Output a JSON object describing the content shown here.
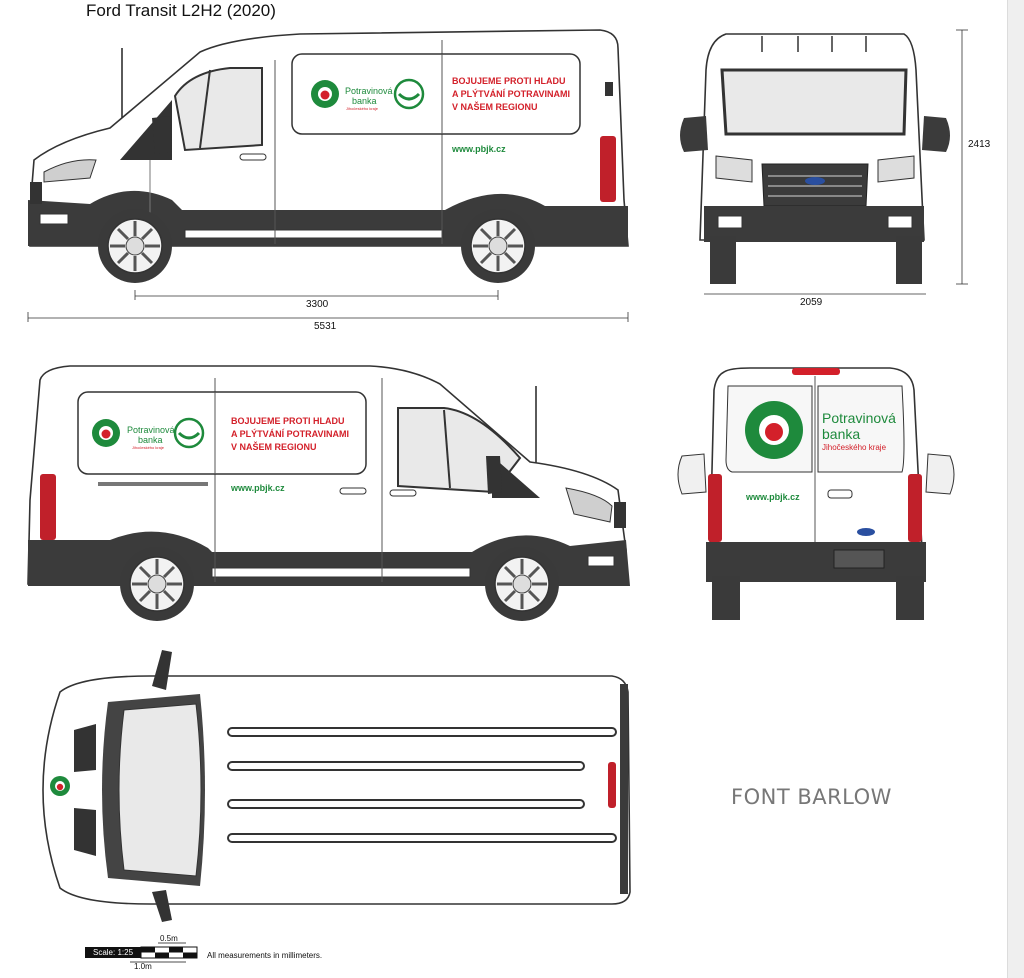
{
  "title": "Ford Transit L2H2 (2020)",
  "dimensions": {
    "wheelbase": "3300",
    "length": "5531",
    "width": "2059",
    "height": "2413"
  },
  "graphics": {
    "brand_name": "Potravinová",
    "brand_name_2": "banka",
    "brand_sub": "Jihočeského kraje",
    "slogan_1": "BOJUJEME PROTI HLADU",
    "slogan_2": "A PLÝTVÁNÍ POTRAVINAMI",
    "slogan_3": "V NAŠEM REGIONU",
    "website": "www.pbjk.cz",
    "font_note": "FONT BARLOW"
  },
  "scale": {
    "label": "Scale: 1:25",
    "half_meter": "0.5m",
    "one_meter": "1.0m",
    "note": "All measurements in millimeters."
  },
  "colors": {
    "green": "#1e8a3c",
    "red": "#d3202a",
    "body_dark": "#3b3b3b",
    "glass": "#e9e9e9"
  }
}
